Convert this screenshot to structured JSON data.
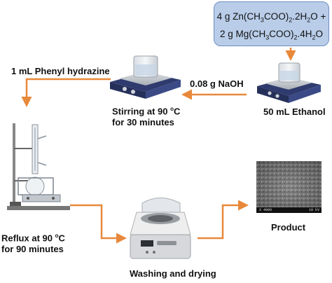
{
  "reagents": {
    "zinc_mass": "4 g",
    "zinc_formula_a": "Zn(CH",
    "zinc_sub1": "3",
    "zinc_formula_b": "COO)",
    "zinc_sub2": "2",
    "zinc_formula_c": ".2H",
    "zinc_sub3": "2",
    "zinc_formula_d": "O +",
    "mg_mass": "2 g",
    "mg_formula_a": "Mg(CH",
    "mg_sub1": "3",
    "mg_formula_b": "COO)",
    "mg_sub2": "2",
    "mg_formula_c": ".4H",
    "mg_sub3": "2",
    "mg_formula_d": "O"
  },
  "steps": {
    "ethanol": "50 mL Ethanol",
    "naoh": "0.08 g NaOH",
    "stirring_line1_a": "Stirring at 90 ",
    "stirring_deg": "o",
    "stirring_line1_b": "C",
    "stirring_line2": "for 30 minutes",
    "phenyl": "1 mL Phenyl hydrazine",
    "reflux_line1_a": "Reflux at 90 ",
    "reflux_deg": "o",
    "reflux_line1_b": "C",
    "reflux_line2": "for 90 minutes",
    "washing": "Washing and drying",
    "product": "Product"
  },
  "micrograph": {
    "scale_text_left": "X 4000",
    "scale_text_right": "10 kV"
  },
  "colors": {
    "arrow": "#e8883a",
    "box_fill": "#b9cde9",
    "box_border": "#6e8fc0",
    "hotplate": "#3b4a86"
  }
}
